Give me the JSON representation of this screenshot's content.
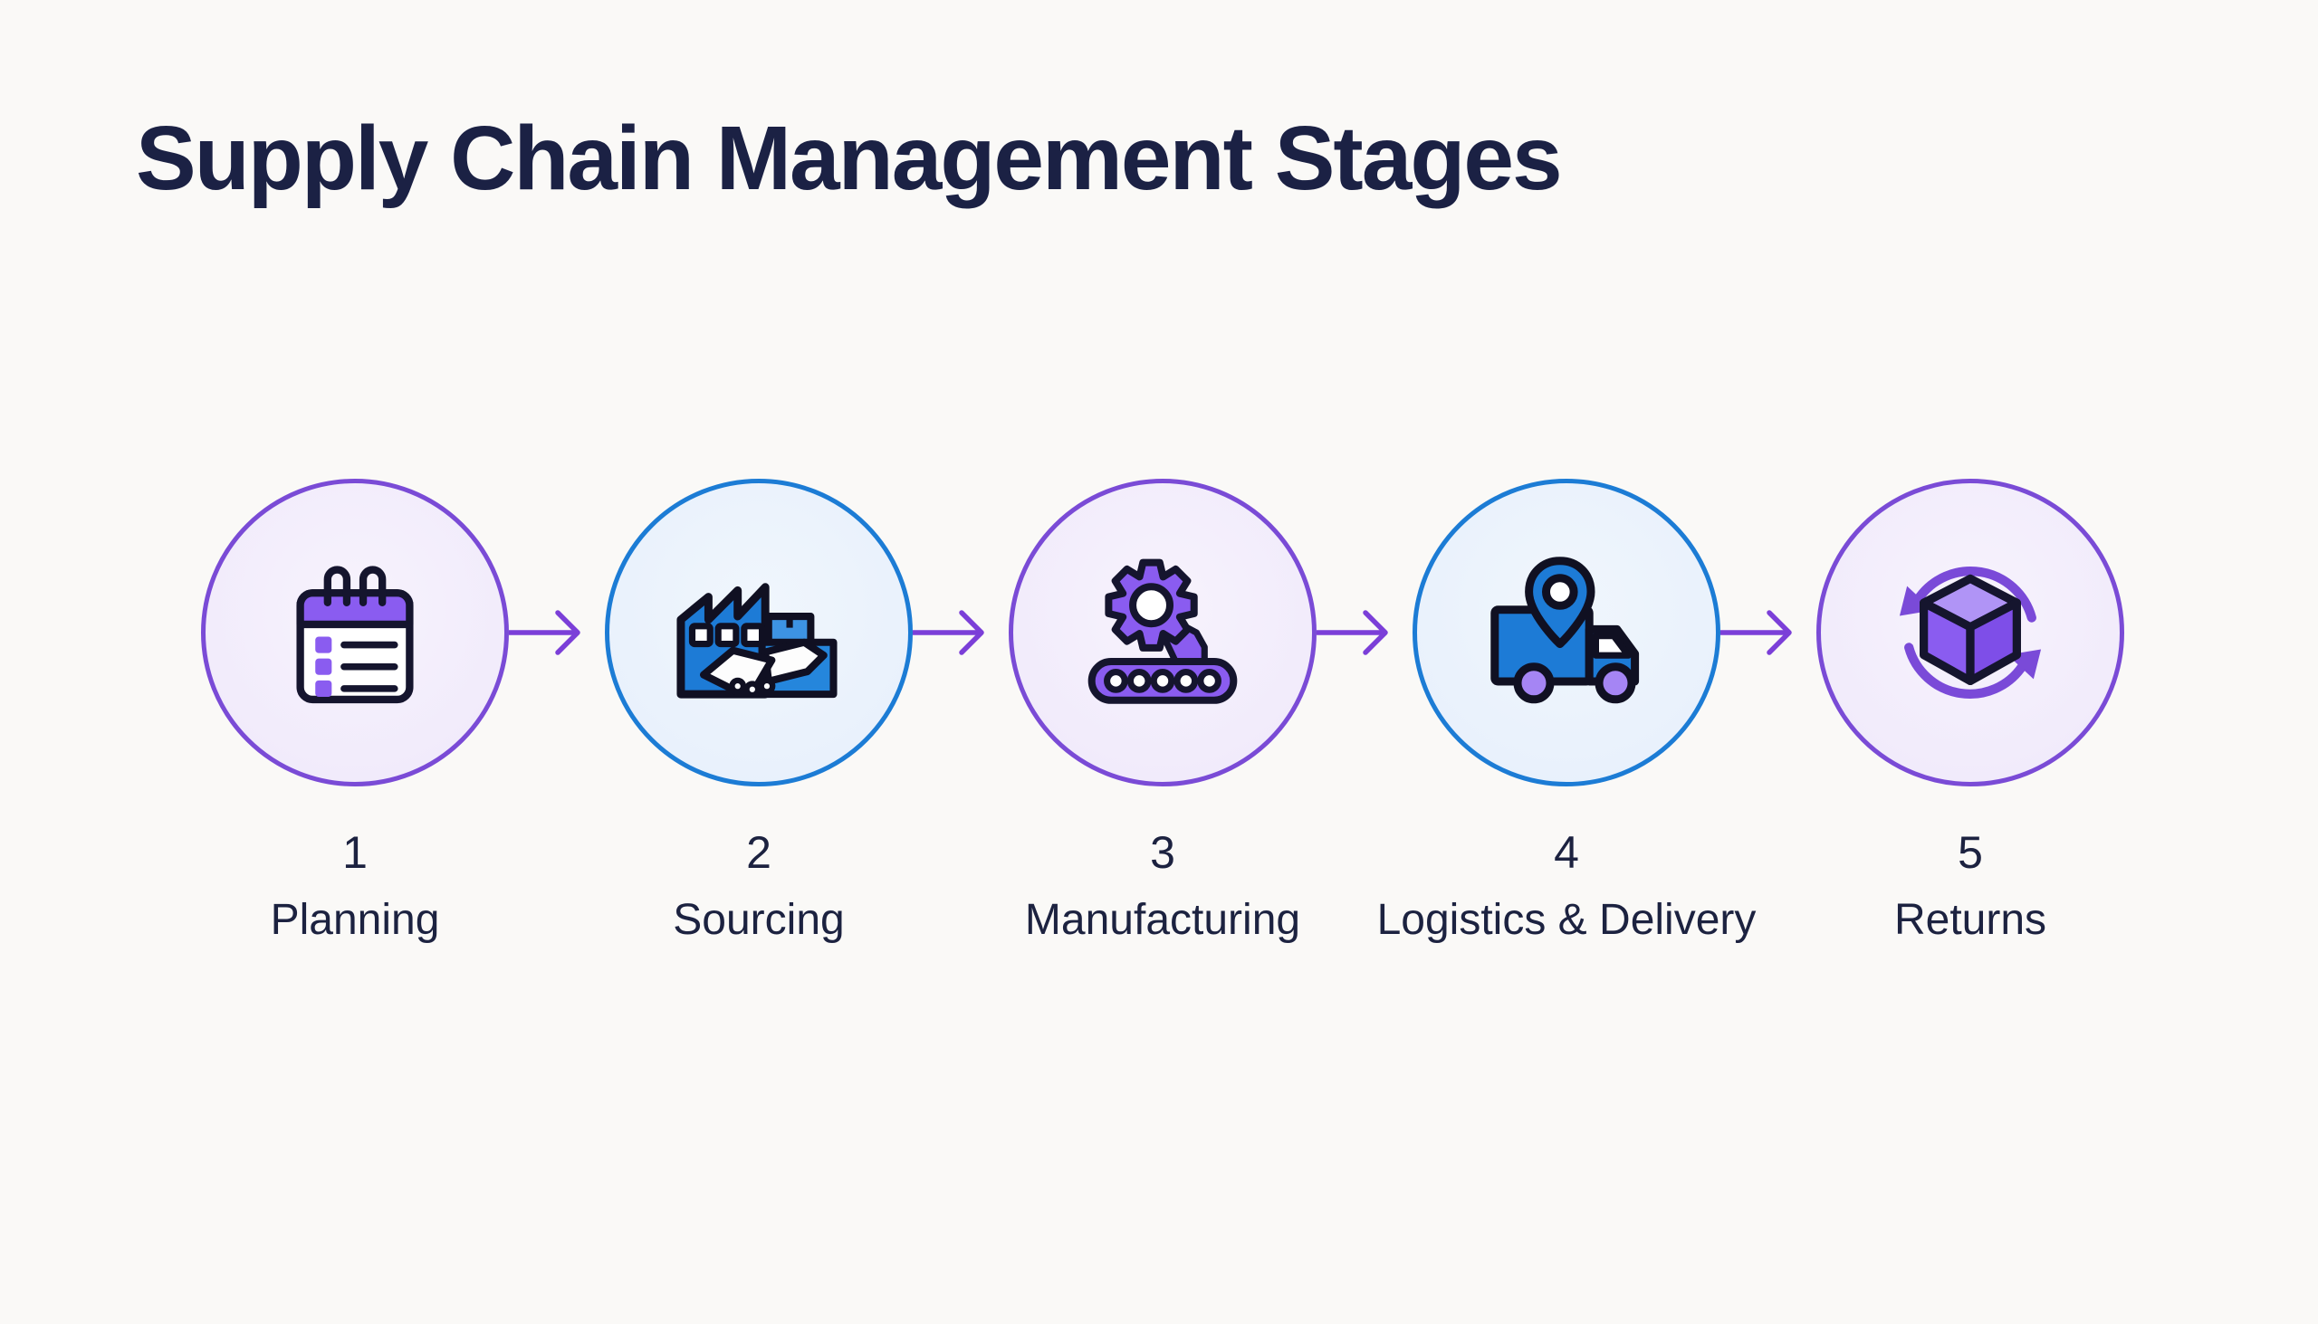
{
  "title": "Supply Chain Management Stages",
  "stages": [
    {
      "number": "1",
      "label": "Planning",
      "icon": "calendar-checklist-icon",
      "theme": "purple"
    },
    {
      "number": "2",
      "label": "Sourcing",
      "icon": "factory-handshake-icon",
      "theme": "blue"
    },
    {
      "number": "3",
      "label": "Manufacturing",
      "icon": "gear-conveyor-icon",
      "theme": "purple"
    },
    {
      "number": "4",
      "label": "Logistics & Delivery",
      "icon": "truck-location-icon",
      "theme": "blue"
    },
    {
      "number": "5",
      "label": "Returns",
      "icon": "cube-return-arrows-icon",
      "theme": "purple"
    }
  ],
  "colors": {
    "background": "#faf9f7",
    "title_text": "#1b2144",
    "stage_text": "#1c2240",
    "purple_circle_border": "#7a4bd6",
    "purple_circle_fill": "#f1eafb",
    "blue_circle_border": "#1c7cd5",
    "blue_circle_fill": "#e9f1fb",
    "arrow": "#7b3fd8",
    "icon_purple": "#8a5cf0",
    "icon_blue": "#1d7bd6",
    "icon_outline": "#15152e",
    "wheel_purple": "#a585f4"
  }
}
